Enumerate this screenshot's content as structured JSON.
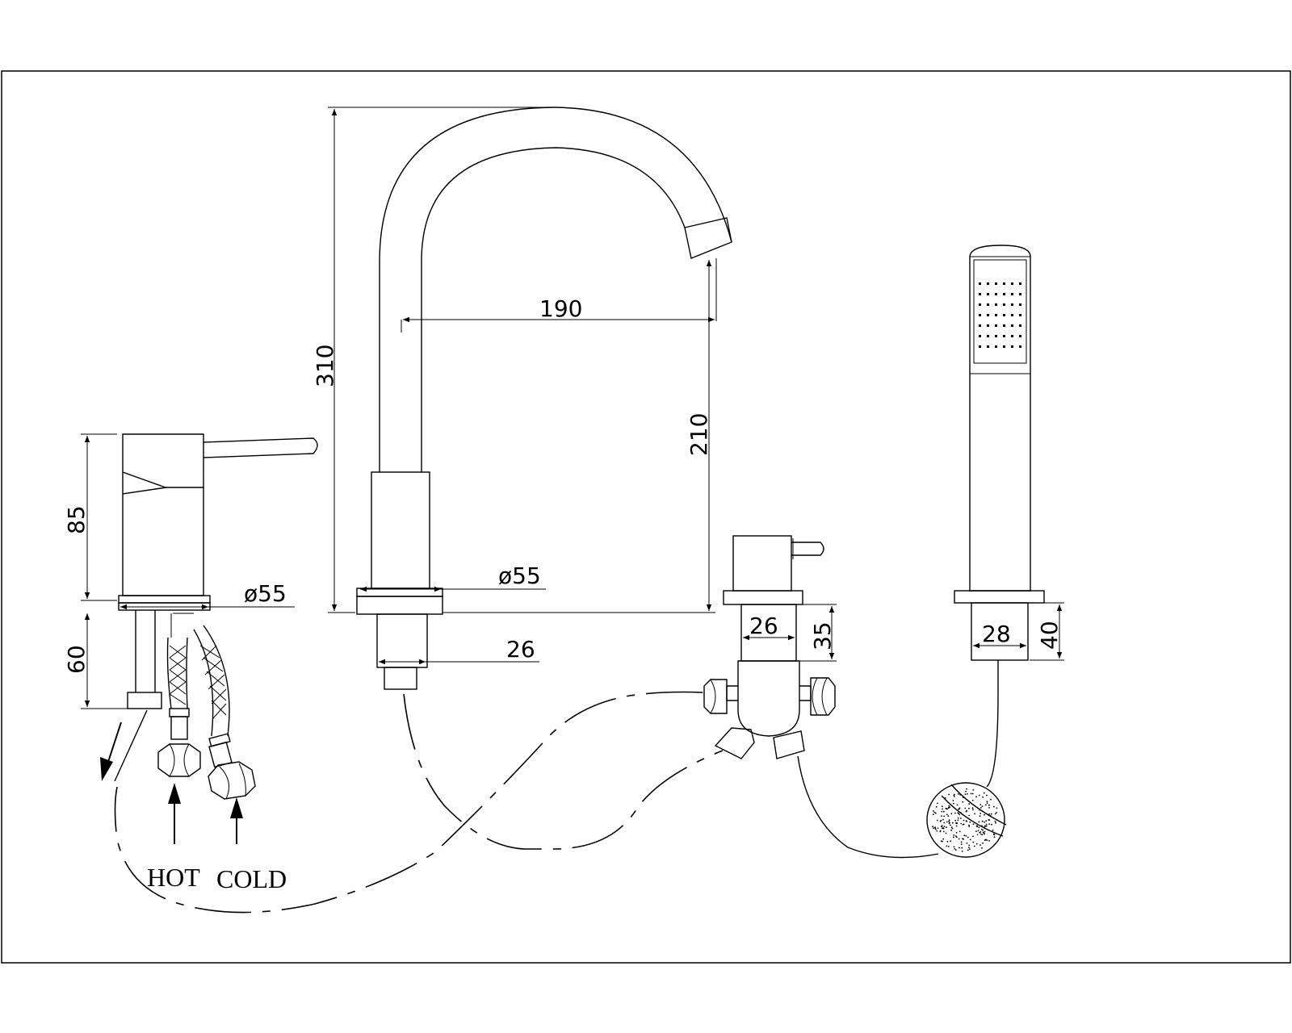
{
  "dimensions": {
    "spout_height": "310",
    "spout_reach": "190",
    "spout_outlet_height": "210",
    "spout_base_diameter": "ø55",
    "spout_shank_diameter": "26",
    "mixer_height": "85",
    "mixer_shank_length": "60",
    "mixer_base_diameter": "ø55",
    "diverter_shank_diameter": "26",
    "diverter_shank_length": "35",
    "shower_holder_diameter": "28",
    "shower_holder_length": "40"
  },
  "labels": {
    "hot": "HOT",
    "cold": "COLD"
  }
}
